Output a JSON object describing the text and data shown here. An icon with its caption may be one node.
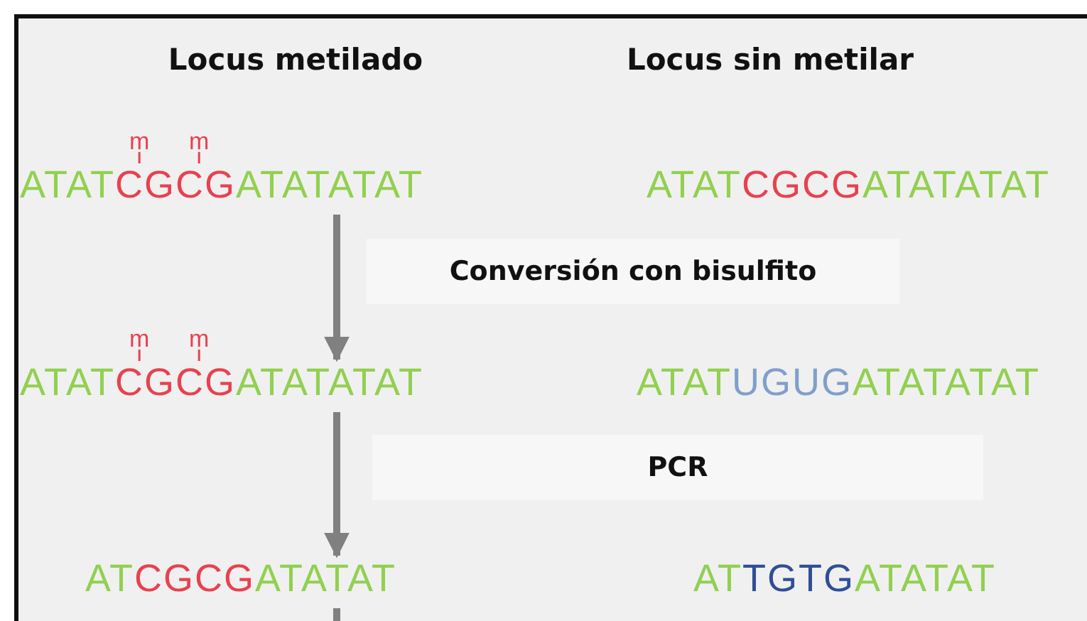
{
  "diagram": {
    "nodes": [
      {
        "text": [
          "ATATCGCGATATATAT"
        ]
      },
      {
        "text": [
          "ATATCGCGATATATAT"
        ]
      },
      {
        "text": [
          "ATATCGCGATATATAT"
        ]
      },
      {
        "text": [
          "ATATUGUGATATATAT"
        ]
      },
      {
        "text": [
          "ATCGCGATATAT"
        ]
      },
      {
        "text": [
          "ATTGTGATATAT"
        ]
      }
    ],
    "edges": [
      {
        "from": 0,
        "to": 2,
        "arrow": "to"
      },
      {
        "from": 2,
        "to": 4,
        "arrow": "to"
      },
      {
        "from": 4,
        "to": null,
        "arrow": "none"
      }
    ],
    "labels": [
      "Locus metilado",
      "Locus sin metilar",
      "m",
      "m",
      "Conversión con bisulfito",
      "m",
      "m",
      "PCR"
    ]
  }
}
